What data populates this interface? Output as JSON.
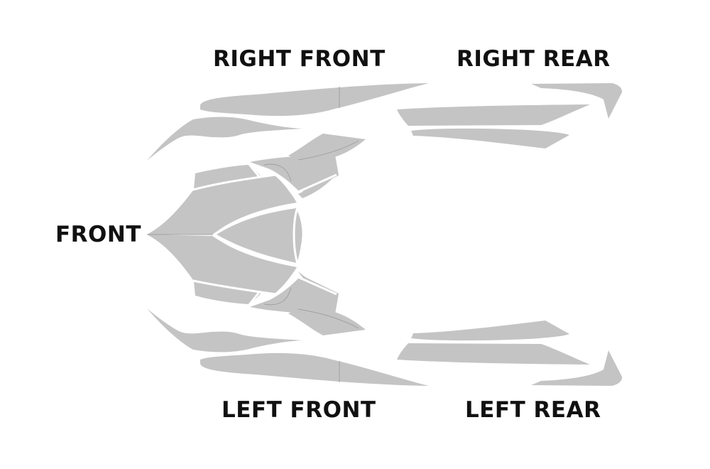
{
  "labels": {
    "right_front": "RIGHT FRONT",
    "right_rear": "RIGHT REAR",
    "front": "FRONT",
    "left_front": "LEFT FRONT",
    "left_rear": "LEFT REAR"
  },
  "colors": {
    "panel_fill": "#c4c4c4",
    "panel_line": "#a0a0a0",
    "seam": "#ffffff",
    "label_text": "#111111"
  }
}
